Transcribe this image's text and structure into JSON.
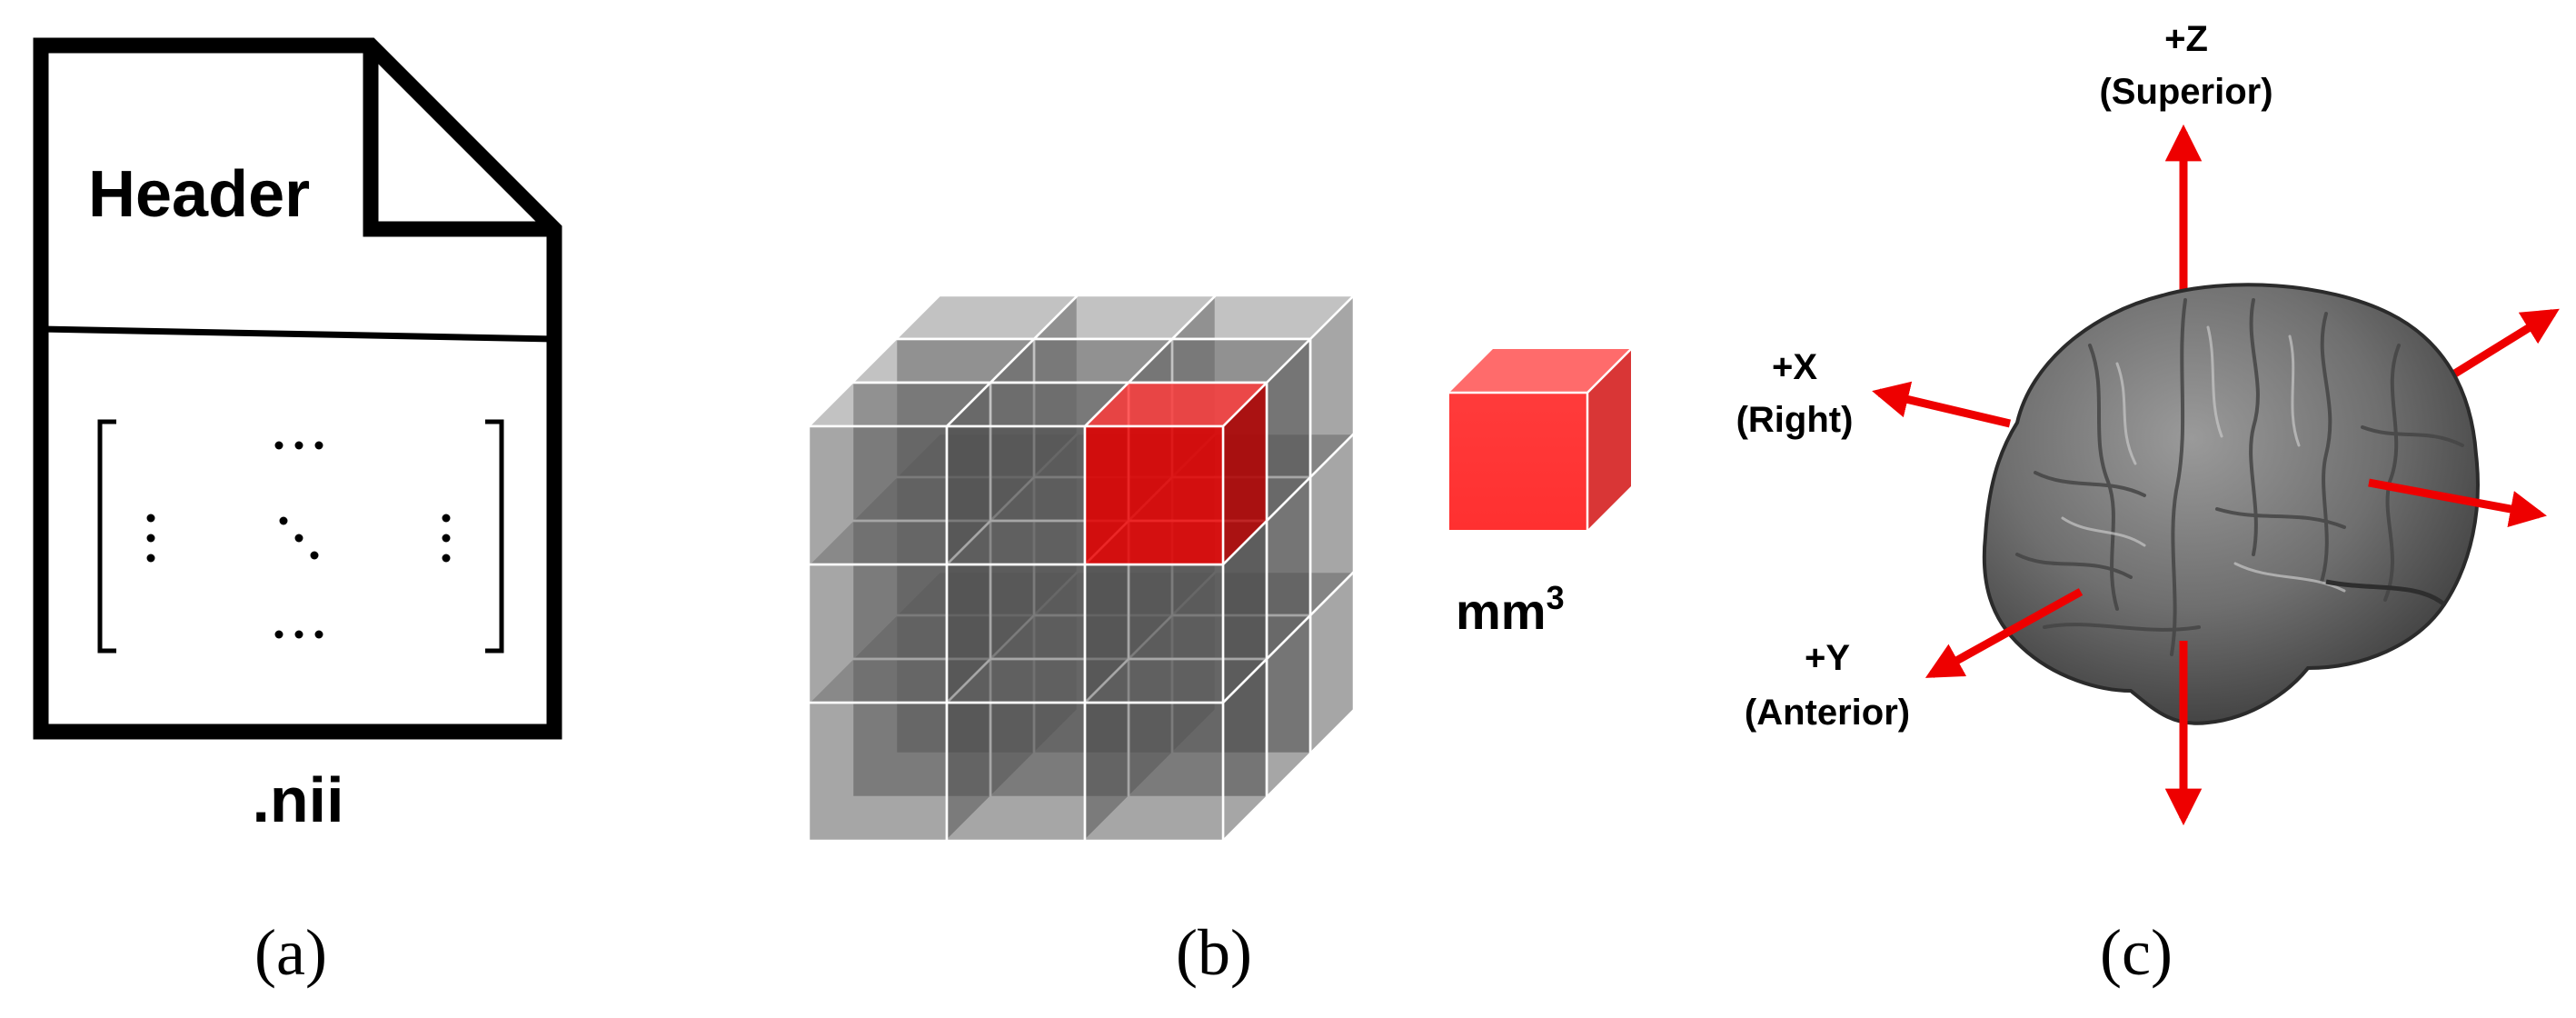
{
  "panel_a": {
    "header_label": "Header",
    "file_extension": ".nii",
    "caption": "(a)",
    "matrix_dots": {
      "horizontal": "⋯",
      "vertical": "⋮",
      "diagonal": "⋱"
    }
  },
  "panel_b": {
    "unit_label": "mm",
    "unit_exponent": "3",
    "caption": "(b)",
    "grid_size": 3,
    "colors": {
      "voxel": "#555555",
      "highlight": "#e60000",
      "edge": "#ffffff"
    }
  },
  "panel_c": {
    "axes": {
      "z": {
        "label": "+Z",
        "direction": "(Superior)"
      },
      "x": {
        "label": "+X",
        "direction": "(Right)"
      },
      "y": {
        "label": "+Y",
        "direction": "(Anterior)"
      }
    },
    "caption": "(c)",
    "colors": {
      "arrow": "#ee0000",
      "brain": "#6e6e6e"
    }
  }
}
